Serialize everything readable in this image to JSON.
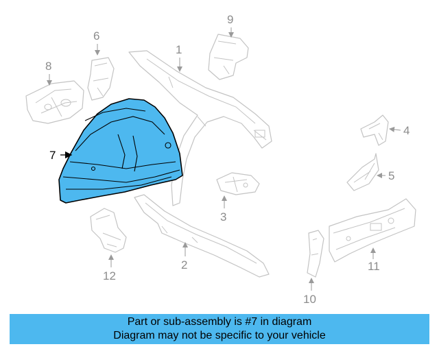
{
  "callouts": {
    "c1": "1",
    "c2": "2",
    "c3": "3",
    "c4": "4",
    "c5": "5",
    "c6": "6",
    "c7": "7",
    "c8": "8",
    "c9": "9",
    "c10": "10",
    "c11": "11",
    "c12": "12"
  },
  "highlight_color": "#4db8ef",
  "banner": {
    "line1": "Part or sub-assembly is #7 in diagram",
    "line2": "Diagram may not be specific to your vehicle"
  }
}
